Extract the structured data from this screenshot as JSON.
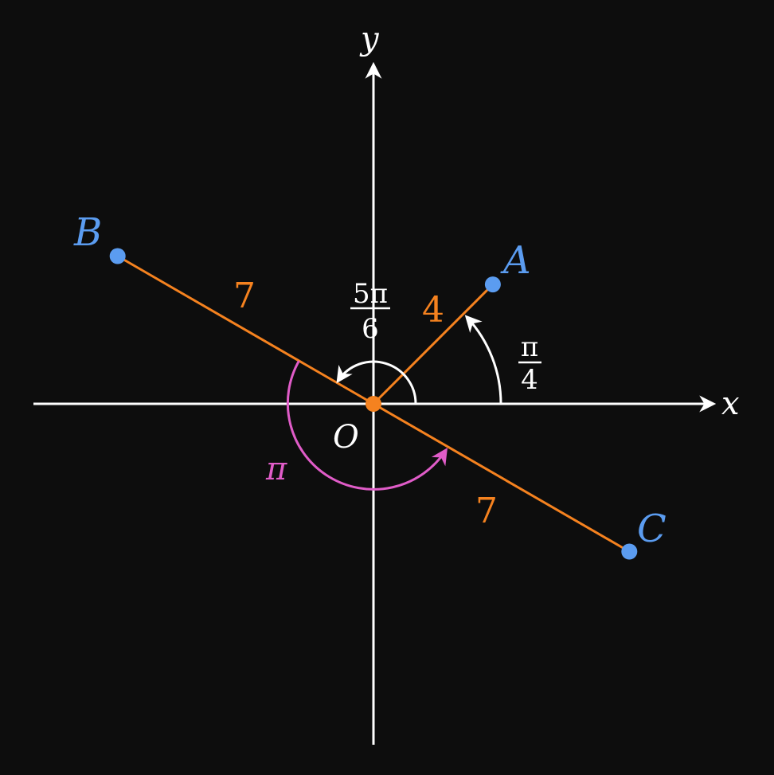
{
  "colors": {
    "background": "#0d0d0d",
    "axis": "#ffffff",
    "segment": "#f5821f",
    "point": "#5b9cf0",
    "angle_arc_white": "#ffffff",
    "angle_arc_pink": "#e05cc8"
  },
  "axes": {
    "x_label": "x",
    "y_label": "y"
  },
  "origin": {
    "label": "O"
  },
  "points": {
    "A": {
      "label": "A",
      "r": 4,
      "theta_rad": 0.7853981634
    },
    "B": {
      "label": "B",
      "r": 7,
      "theta_rad": 2.617993878
    },
    "C": {
      "label": "C",
      "r": 7,
      "theta_rad": -0.5235987756
    }
  },
  "segment_labels": {
    "OA": "4",
    "OB": "7",
    "OC": "7"
  },
  "angle_labels": {
    "A_num": "π",
    "A_den": "4",
    "B_num": "5π",
    "B_den": "6",
    "C": "π"
  }
}
